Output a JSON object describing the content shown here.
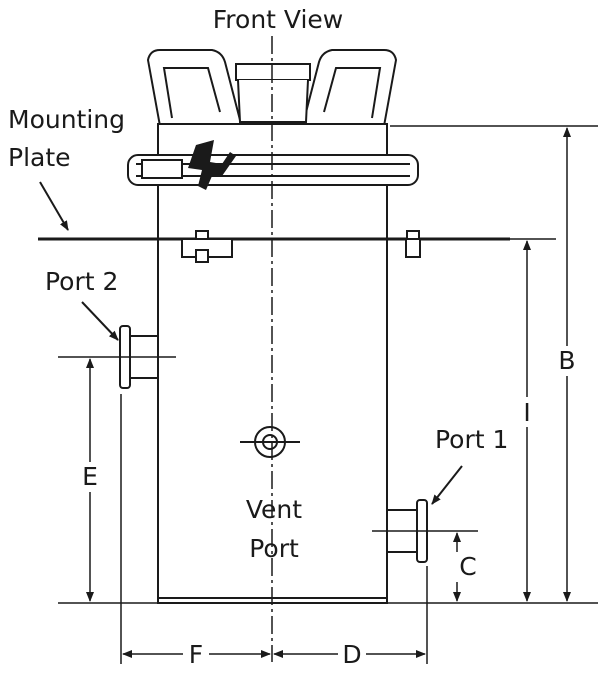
{
  "diagram": {
    "title": "Front View",
    "labels": {
      "mounting_line1": "Mounting",
      "mounting_line2": "Plate",
      "port2": "Port 2",
      "port1": "Port 1",
      "vent_line1": "Vent",
      "vent_line2": "Port"
    },
    "dimensions": {
      "B": "B",
      "I": "I",
      "E": "E",
      "C": "C",
      "F": "F",
      "D": "D"
    },
    "colors": {
      "line": "#1a1a1a",
      "background": "#ffffff"
    }
  }
}
